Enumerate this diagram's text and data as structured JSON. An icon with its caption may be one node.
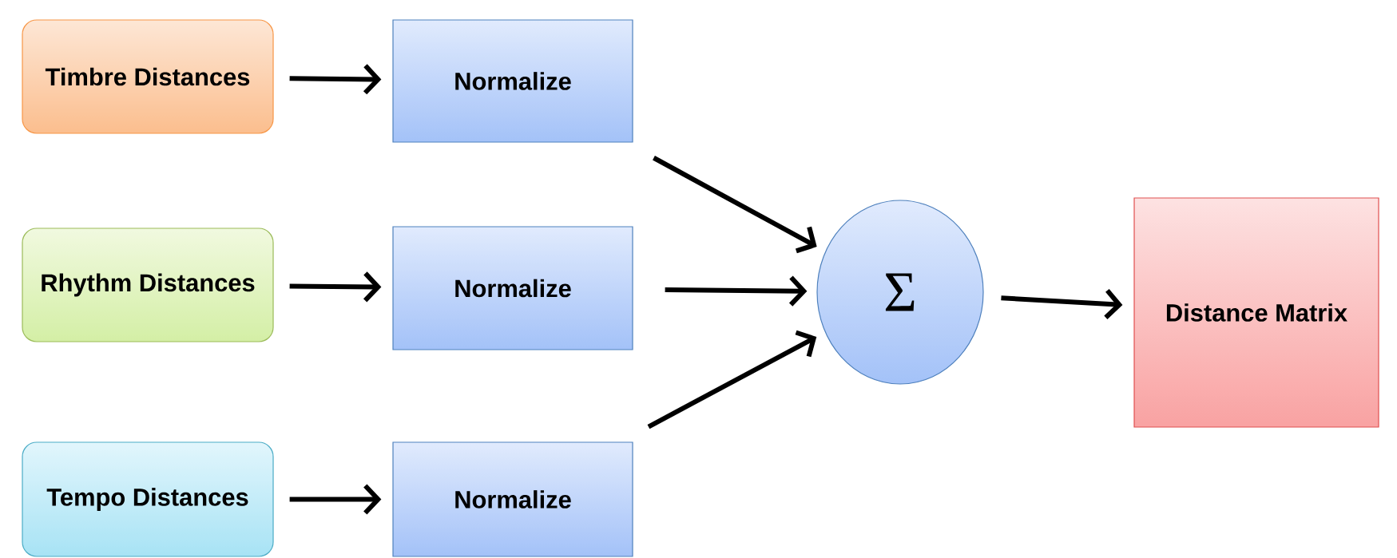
{
  "diagram": {
    "nodes": [
      {
        "text": [
          "Timbre Distances"
        ]
      },
      {
        "text": [
          "Normalize"
        ]
      },
      {
        "text": [
          "Rhythm Distances"
        ]
      },
      {
        "text": [
          "Normalize"
        ]
      },
      {
        "text": [
          "Tempo Distances"
        ]
      },
      {
        "text": [
          "Normalize"
        ]
      },
      {
        "text": [
          "Σ"
        ]
      },
      {
        "text": [
          "Distance Matrix"
        ]
      }
    ],
    "edges": [
      {
        "from": 0,
        "to": 1,
        "arrow": "to"
      },
      {
        "from": 2,
        "to": 3,
        "arrow": "to"
      },
      {
        "from": 4,
        "to": 5,
        "arrow": "to"
      },
      {
        "from": 1,
        "to": 6,
        "arrow": "to"
      },
      {
        "from": 3,
        "to": 6,
        "arrow": "to"
      },
      {
        "from": 5,
        "to": 6,
        "arrow": "to"
      },
      {
        "from": 6,
        "to": 7,
        "arrow": "to"
      }
    ]
  }
}
